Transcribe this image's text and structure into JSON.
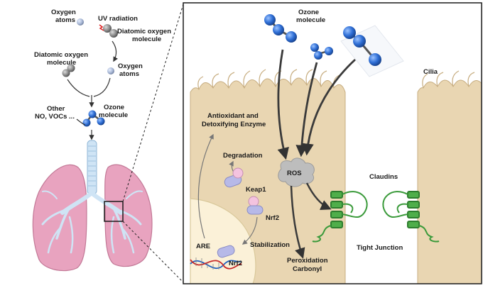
{
  "labels": {
    "oxygen_atoms_top": [
      "Oxygen",
      "atoms"
    ],
    "uv_radiation": "UV radiation",
    "diatomic_oxygen_molecule_right": [
      "Diatomic oxygen",
      "molecule"
    ],
    "diatomic_oxygen_molecule_left": [
      "Diatomic oxygen",
      "molecule"
    ],
    "oxygen_atoms_mid": [
      "Oxygen",
      "atoms"
    ],
    "ozone_molecule_left": [
      "Ozone",
      "molecule"
    ],
    "other_pollutants": [
      "Other",
      "NO, VOCs ..."
    ],
    "ozone_molecule_top": [
      "Ozone",
      "molecule"
    ],
    "cilia": "Cilia",
    "antioxidant_enzyme": [
      "Antioxidant and",
      "Detoxifying Enzyme"
    ],
    "degradation": "Degradation",
    "keap1": "Keap1",
    "nrf2_cyto": "Nrf2",
    "ros": "ROS",
    "claudins": "Claudins",
    "tight_junction": "Tight Junction",
    "stabilization": "Stabilization",
    "are": "ARE",
    "nrf2_nucleus": "Nrf2",
    "peroxidation": [
      "Peroxidation",
      "Carbonyl"
    ]
  },
  "colors": {
    "oxygen_blue": "#2f6fd6",
    "oxygen_gray": "#8a8a8a",
    "lung_pink": "#e8a3bf",
    "airway_blue": "#cfe4f5",
    "cell_tan": "#e9d6b2",
    "nucleus_cream": "#fbf1d8",
    "claudin_green": "#3a9a3a",
    "keap1_pink": "#f4c3df",
    "nrf2_lilac": "#b7b9e8",
    "ros_gray": "#bdbdbd"
  }
}
